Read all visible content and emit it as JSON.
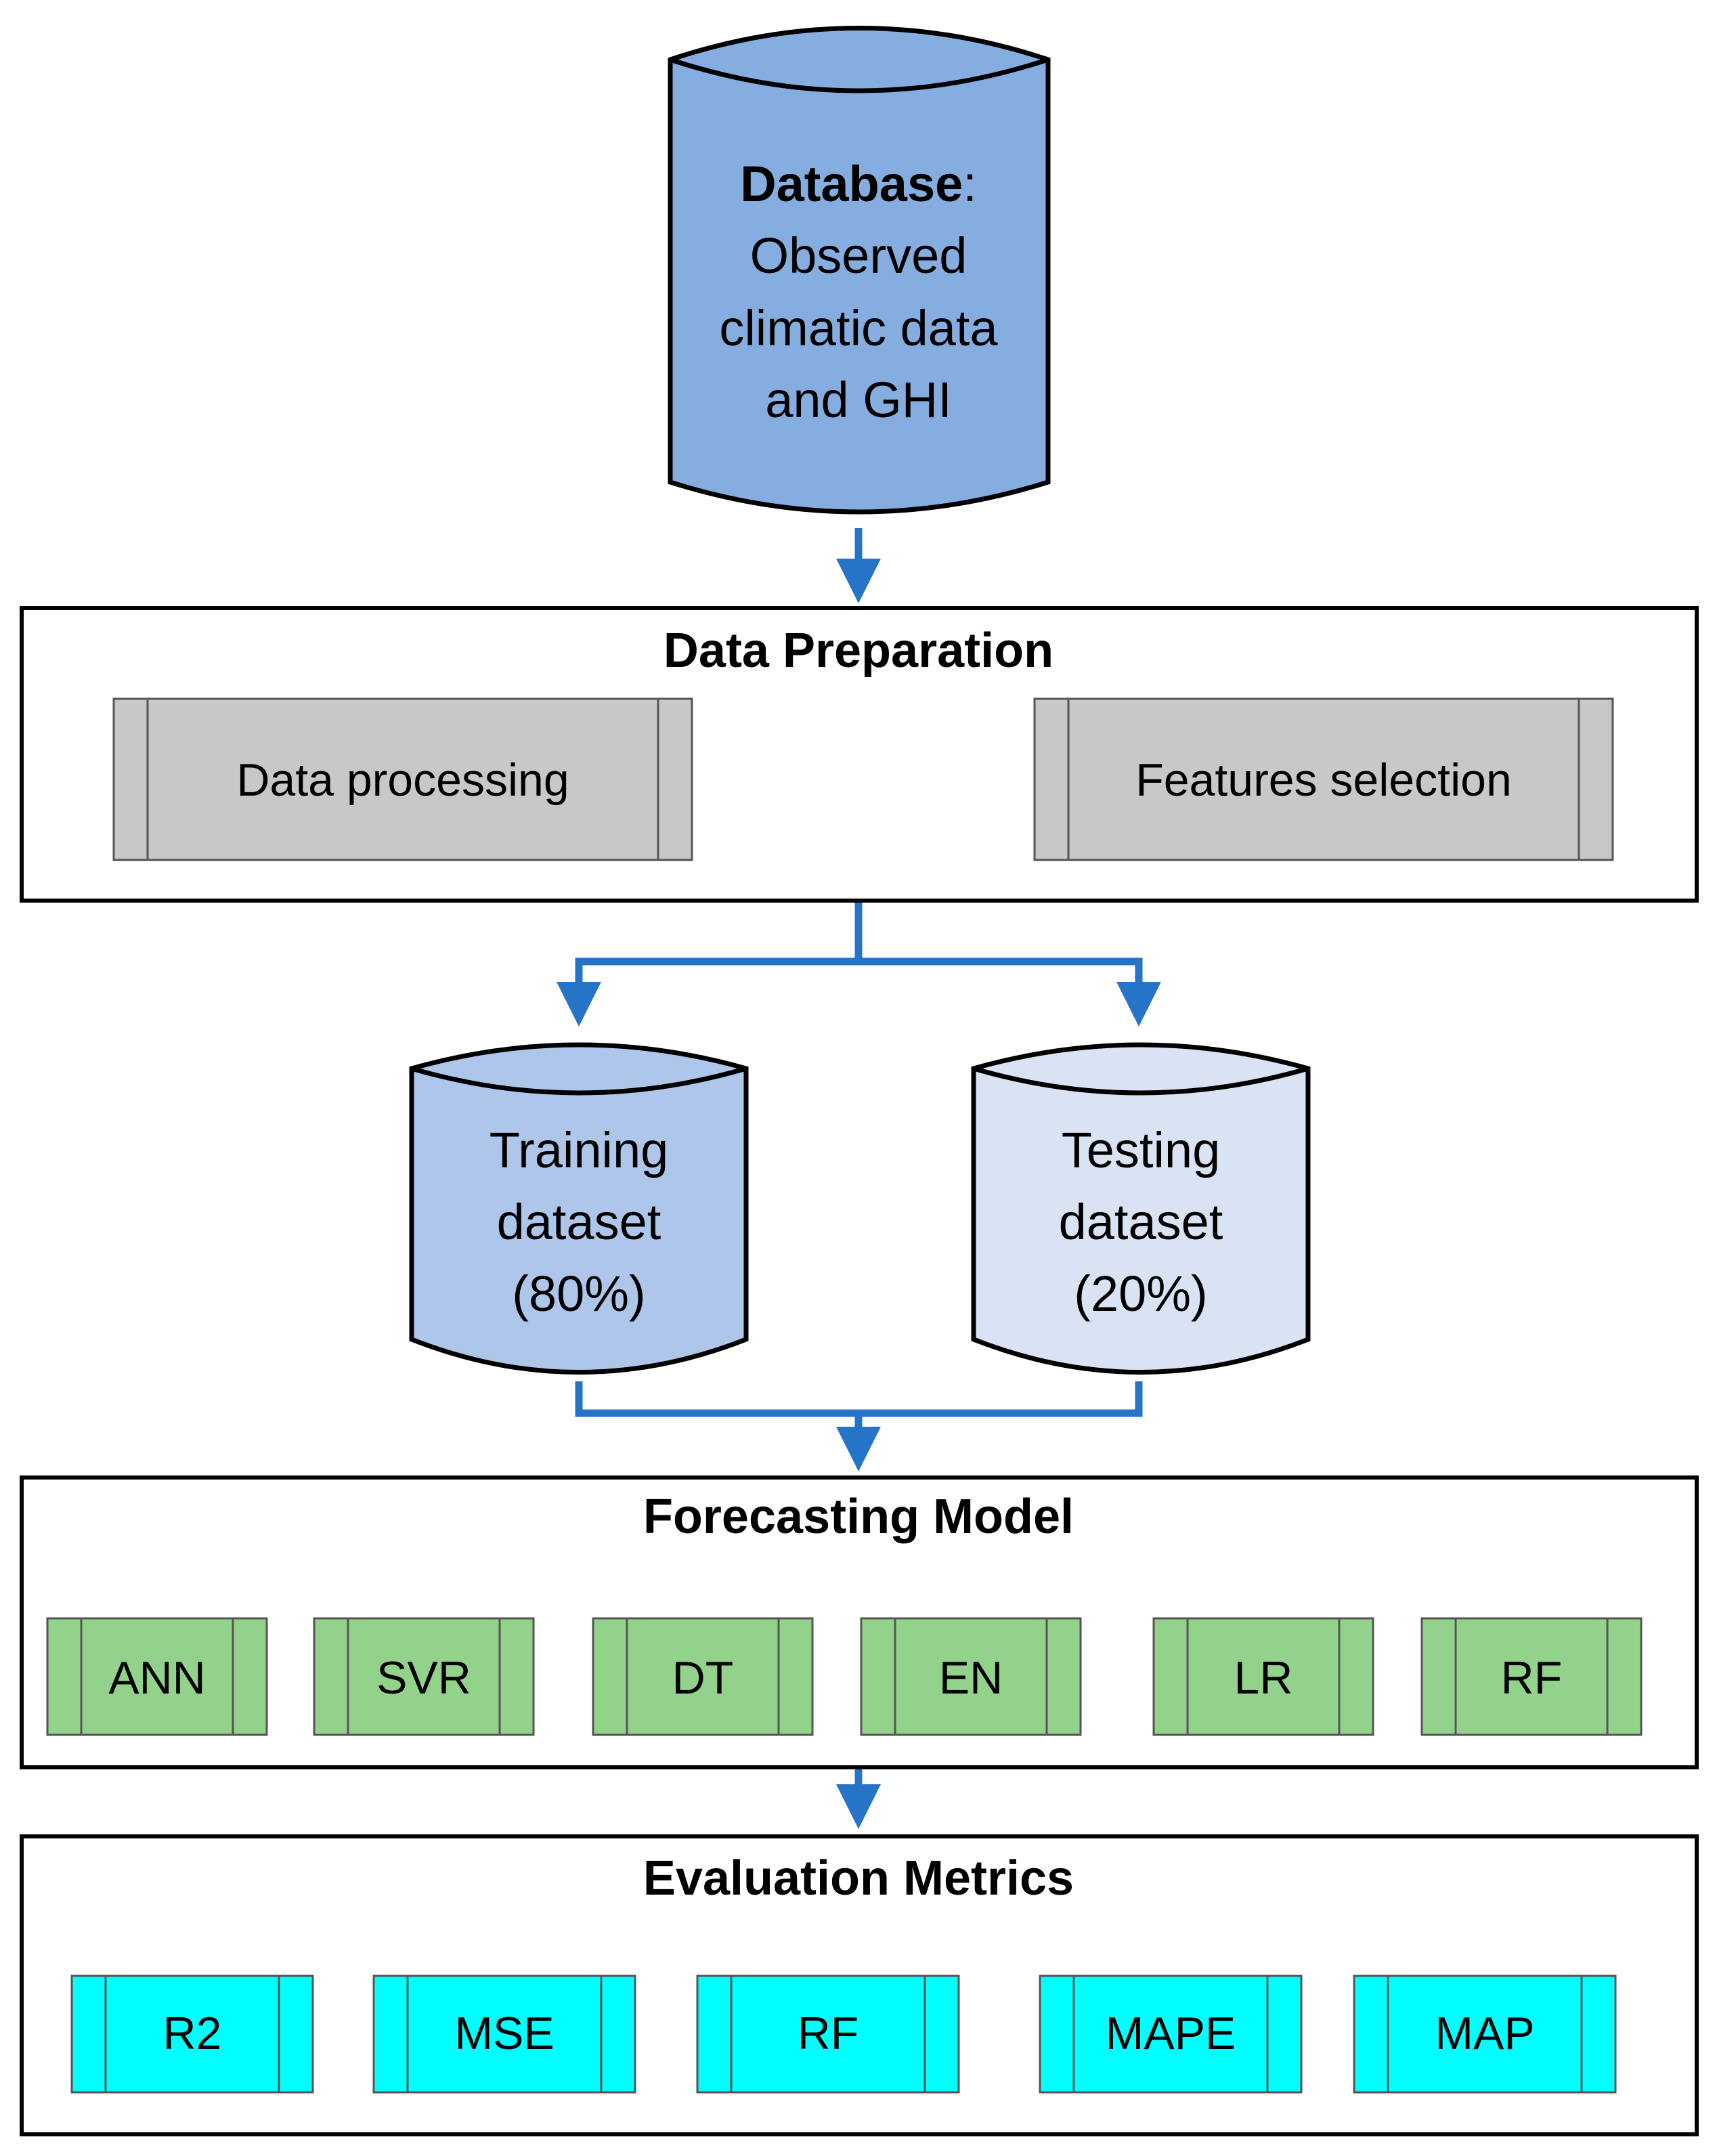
{
  "colors": {
    "connector": "#2574C8",
    "database_fill": "#86ADE0",
    "training_fill": "#AEC6EA",
    "testing_fill": "#D9E3F4",
    "process_fill": "#C8C8C8",
    "model_fill": "#92D28A",
    "metric_fill": "#00FFFF",
    "outline": "#000000"
  },
  "database": {
    "title": "Database",
    "colon": ":",
    "lines": [
      "Observed",
      "climatic data",
      "and GHI"
    ]
  },
  "data_preparation": {
    "title": "Data Preparation",
    "steps": [
      "Data processing",
      "Features selection"
    ]
  },
  "datasets": {
    "training": [
      "Training",
      "dataset",
      "(80%)"
    ],
    "testing": [
      "Testing",
      "dataset",
      "(20%)"
    ]
  },
  "forecasting_model": {
    "title": "Forecasting Model",
    "models": [
      "ANN",
      "SVR",
      "DT",
      "EN",
      "LR",
      "RF"
    ]
  },
  "evaluation_metrics": {
    "title": "Evaluation Metrics",
    "metrics": [
      "R2",
      "MSE",
      "RF",
      "MAPE",
      "MAP"
    ]
  }
}
